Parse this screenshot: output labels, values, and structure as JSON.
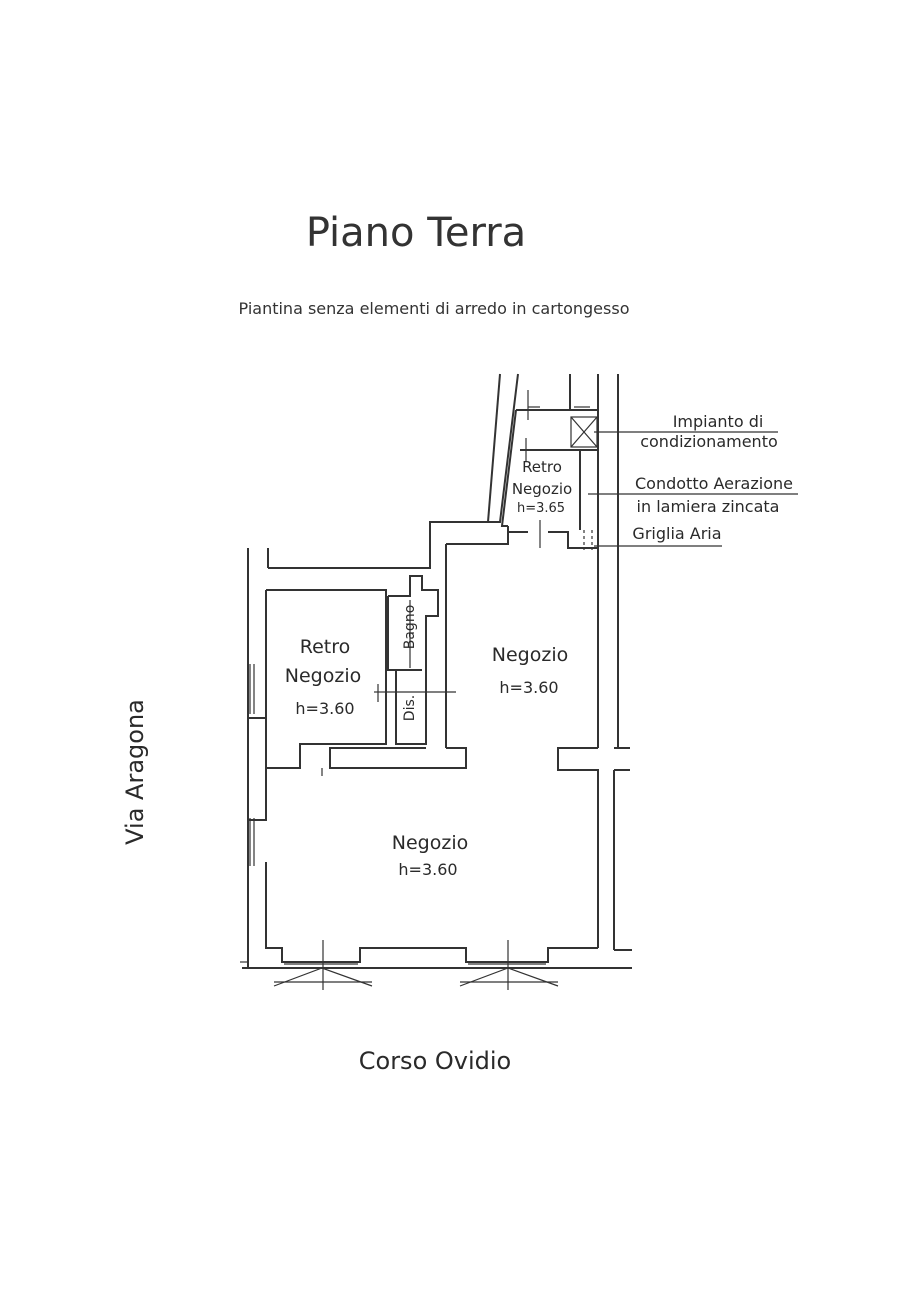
{
  "title": "Piano Terra",
  "subtitle": "Piantina senza elementi di arredo in cartongesso",
  "rooms": {
    "retro_top": {
      "name_1": "Retro",
      "name_2": "Negozio",
      "height": "h=3.65"
    },
    "retro_left": {
      "name_1": "Retro",
      "name_2": "Negozio",
      "height": "h=3.60"
    },
    "negozio_right": {
      "name": "Negozio",
      "height": "h=3.60"
    },
    "negozio_main": {
      "name": "Negozio",
      "height": "h=3.60"
    },
    "bagno": {
      "name": "Bagno"
    },
    "dis": {
      "name": "Dis."
    }
  },
  "annotations": {
    "impianto_1": "Impianto di",
    "impianto_2": "condizionamento",
    "condotto_1": "Condotto Aerazione",
    "condotto_2": "in lamiera zincata",
    "griglia": "Griglia Aria"
  },
  "streets": {
    "left": "Via Aragona",
    "bottom": "Corso Ovidio"
  }
}
